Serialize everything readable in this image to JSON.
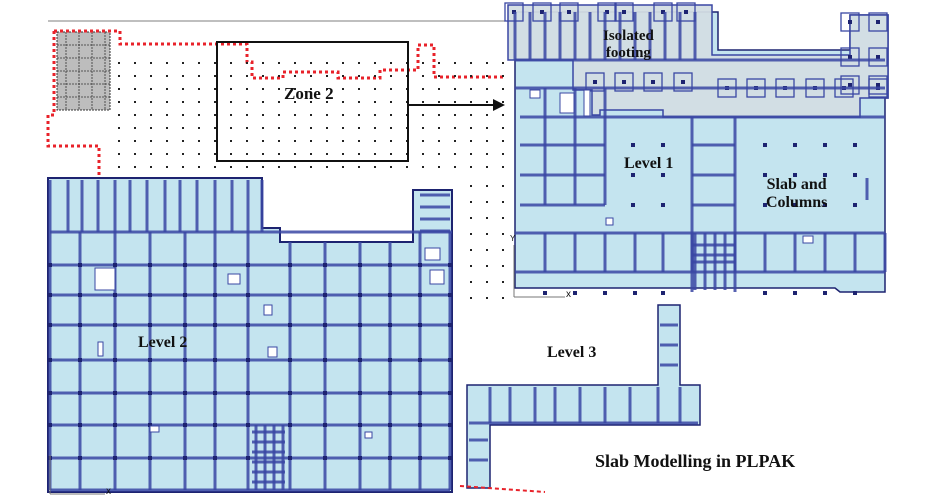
{
  "labels": {
    "zone": "Zone 2",
    "isolated_footing_line1": "Isolated",
    "isolated_footing_line2": "footing",
    "level1": "Level 1",
    "slab_columns_line1": "Slab and",
    "slab_columns_line2": "Columns",
    "level2": "Level 2",
    "level3": "Level 3",
    "caption": "Slab Modelling in PLPAK",
    "axis_x": "x",
    "axis_y": "Y"
  },
  "colors": {
    "slab_fill": "#c4e4ef",
    "footing_fill": "#d3dde3",
    "beam_stroke": "#3a47a3",
    "boundary_red": "#e8222a",
    "hatch_gray": "#bdbdbd"
  }
}
